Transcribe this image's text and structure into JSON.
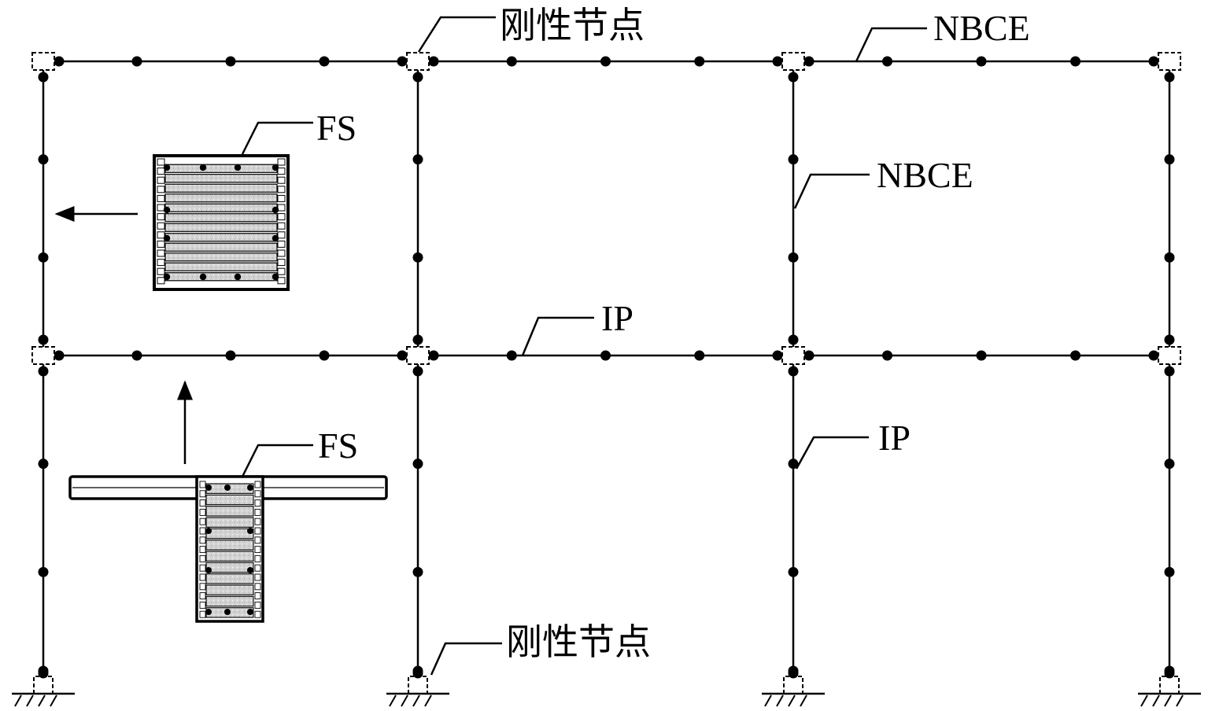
{
  "figure": {
    "description": "Two-story, three-bay planar frame model with fiber sections",
    "colors": {
      "line": "#000000",
      "fill": "#d0d0d0",
      "background": "#ffffff"
    }
  },
  "frame": {
    "stories": 2,
    "bays": 3,
    "beam_integration_points_per_span": 3,
    "column_integration_points_per_story": 2
  },
  "labels": {
    "rigid_joint_top": "刚性节点",
    "rigid_joint_bottom": "刚性节点",
    "nbce_beam": "NBCE",
    "nbce_column": "NBCE",
    "ip_beam": "IP",
    "ip_column": "IP",
    "fs_column": "FS",
    "fs_beam": "FS"
  },
  "sections": {
    "column_section": {
      "shape": "rectangular",
      "fibers": 12
    },
    "beam_section": {
      "shape": "T",
      "web_fibers": 12
    }
  }
}
